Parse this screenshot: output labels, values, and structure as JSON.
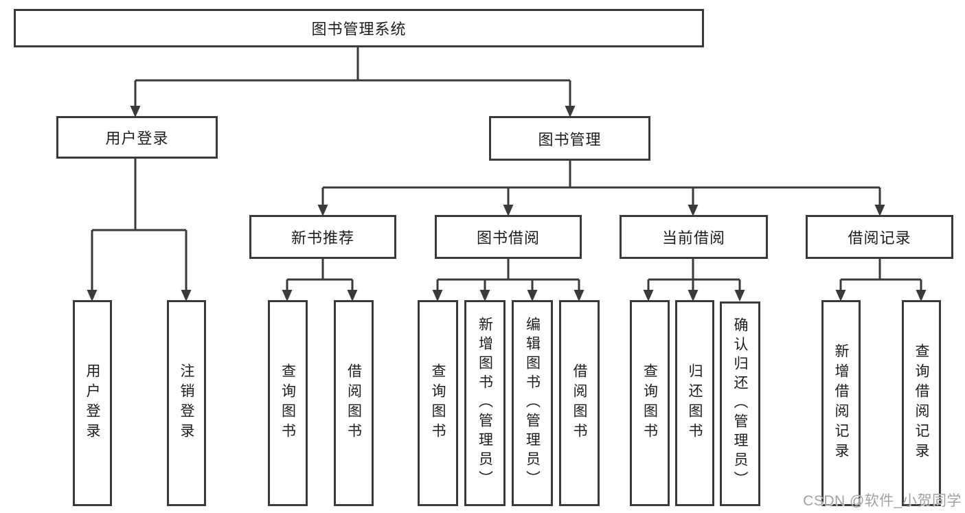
{
  "diagram": {
    "root": {
      "label": "图书管理系统",
      "children": [
        {
          "label": "用户登录",
          "children": [
            {
              "label": "用户登录"
            },
            {
              "label": "注销登录"
            }
          ]
        },
        {
          "label": "图书管理",
          "children": [
            {
              "label": "新书推荐",
              "children": [
                {
                  "label": "查询图书"
                },
                {
                  "label": "借阅图书"
                }
              ]
            },
            {
              "label": "图书借阅",
              "children": [
                {
                  "label": "查询图书"
                },
                {
                  "label": "新增图书（管理员）"
                },
                {
                  "label": "编辑图书（管理员）"
                },
                {
                  "label": "借阅图书"
                }
              ]
            },
            {
              "label": "当前借阅",
              "children": [
                {
                  "label": "查询图书"
                },
                {
                  "label": "归还图书"
                },
                {
                  "label": "确认归还（管理员）"
                }
              ]
            },
            {
              "label": "借阅记录",
              "children": [
                {
                  "label": "新增借阅记录"
                },
                {
                  "label": "查询借阅记录"
                }
              ]
            }
          ]
        }
      ]
    },
    "colors": {
      "line": "#3a3a3d",
      "text": "#1d1d1f",
      "background": "#ffffff",
      "watermark_text_color": "#a2a2a4"
    }
  },
  "watermark": {
    "text": "CSDN @软件_小贺同学"
  }
}
